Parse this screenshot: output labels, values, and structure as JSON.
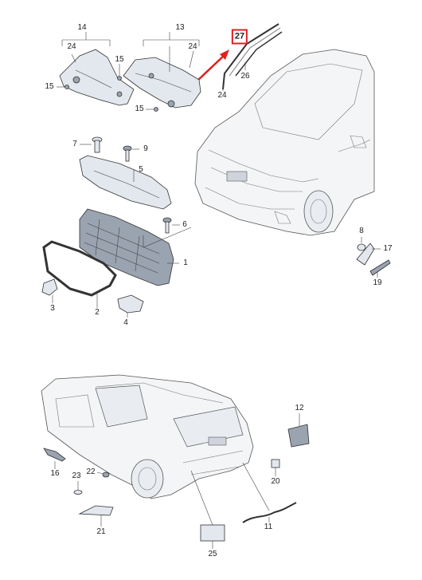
{
  "callouts": {
    "c14": "14",
    "c24a": "24",
    "c13": "13",
    "c24b": "24",
    "c15a": "15",
    "c15b": "15",
    "c15c": "15",
    "c27": "27",
    "c26": "26",
    "c24c": "24",
    "c7": "7",
    "c9": "9",
    "c5": "5",
    "c6": "6",
    "c1": "1",
    "c3": "3",
    "c2": "2",
    "c4": "4",
    "c8": "8",
    "c17": "17",
    "c19": "19",
    "c12": "12",
    "c16": "16",
    "c22": "22",
    "c23": "23",
    "c20": "20",
    "c11": "11",
    "c21": "21",
    "c25": "25"
  },
  "colors": {
    "highlight": "#e02020",
    "part_fill": "#e3e7ee",
    "part_dark": "#9aa3b0",
    "line": "#333333"
  },
  "icons": {
    "arrow": "red-arrow-icon"
  }
}
